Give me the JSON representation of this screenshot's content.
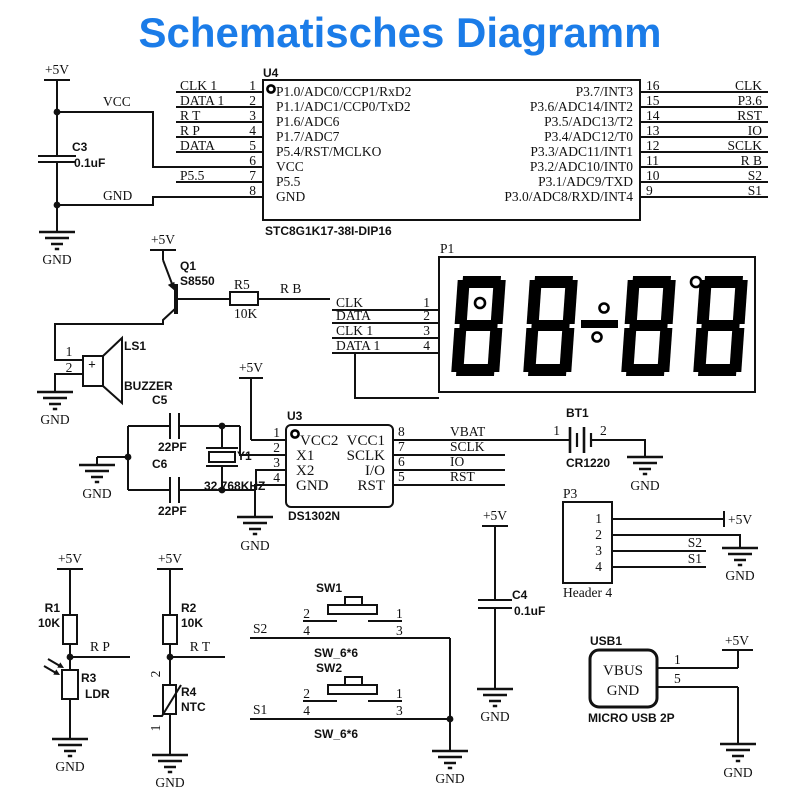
{
  "title": "Schematisches Diagramm",
  "title_color": "#1b7ce8",
  "nets": {
    "p5v": "+5V",
    "gnd": "GND",
    "vcc": "VCC",
    "rp": "R P",
    "rt": "R T",
    "rb": "R B"
  },
  "u4": {
    "ref": "U4",
    "part": "STC8G1K17-38I-DIP16",
    "left": [
      {
        "num": "1",
        "net": "CLK 1",
        "fn": "P1.0/ADC0/CCP1/RxD2"
      },
      {
        "num": "2",
        "net": "DATA 1",
        "fn": "P1.1/ADC1/CCP0/TxD2"
      },
      {
        "num": "3",
        "net": "R T",
        "fn": "P1.6/ADC6"
      },
      {
        "num": "4",
        "net": "R P",
        "fn": "P1.7/ADC7"
      },
      {
        "num": "5",
        "net": "DATA",
        "fn": "P5.4/RST/MCLKO"
      },
      {
        "num": "6",
        "net": "",
        "fn": "VCC"
      },
      {
        "num": "7",
        "net": "P5.5",
        "fn": "P5.5"
      },
      {
        "num": "8",
        "net": "",
        "fn": "GND"
      }
    ],
    "right": [
      {
        "num": "16",
        "net": "CLK",
        "fn": "P3.7/INT3"
      },
      {
        "num": "15",
        "net": "P3.6",
        "fn": "P3.6/ADC14/INT2"
      },
      {
        "num": "14",
        "net": "RST",
        "fn": "P3.5/ADC13/T2"
      },
      {
        "num": "13",
        "net": "IO",
        "fn": "P3.4/ADC12/T0"
      },
      {
        "num": "12",
        "net": "SCLK",
        "fn": "P3.3/ADC11/INT1"
      },
      {
        "num": "11",
        "net": "R B",
        "fn": "P3.2/ADC10/INT0"
      },
      {
        "num": "10",
        "net": "S2",
        "fn": "P3.1/ADC9/TXD"
      },
      {
        "num": "9",
        "net": "S1",
        "fn": "P3.0/ADC8/RXD/INT4"
      }
    ]
  },
  "c3": {
    "ref": "C3",
    "value": "0.1uF"
  },
  "q1": {
    "ref": "Q1",
    "part": "S8550"
  },
  "r5": {
    "ref": "R5",
    "value": "10K"
  },
  "ls1": {
    "ref": "LS1",
    "desc": "BUZZER",
    "plus": "+",
    "pin1": "1",
    "pin2": "2"
  },
  "p1": {
    "ref": "P1",
    "pins": [
      {
        "num": "1",
        "net": "CLK"
      },
      {
        "num": "2",
        "net": "DATA"
      },
      {
        "num": "3",
        "net": "CLK 1"
      },
      {
        "num": "4",
        "net": "DATA 1"
      }
    ]
  },
  "u3": {
    "ref": "U3",
    "part": "DS1302N",
    "left": [
      {
        "num": "1",
        "fn": "VCC2"
      },
      {
        "num": "2",
        "fn": "X1"
      },
      {
        "num": "3",
        "fn": "X2"
      },
      {
        "num": "4",
        "fn": "GND"
      }
    ],
    "right": [
      {
        "num": "8",
        "fn": "VCC1",
        "net": "VBAT"
      },
      {
        "num": "7",
        "fn": "SCLK",
        "net": "SCLK"
      },
      {
        "num": "6",
        "fn": "I/O",
        "net": "IO"
      },
      {
        "num": "5",
        "fn": "RST",
        "net": "RST"
      }
    ]
  },
  "y1": {
    "ref": "Y1",
    "value": "32.768KHZ"
  },
  "c5": {
    "ref": "C5",
    "value": "22PF"
  },
  "c6": {
    "ref": "C6",
    "value": "22PF"
  },
  "bt1": {
    "ref": "BT1",
    "part": "CR1220",
    "pin1": "1",
    "pin2": "2"
  },
  "p3": {
    "ref": "P3",
    "part": "Header 4",
    "pin1": "1",
    "pin2": "2",
    "pin3": "3",
    "pin4": "4",
    "net3": "S2",
    "net4": "S1"
  },
  "r1": {
    "ref": "R1",
    "value": "10K"
  },
  "r2": {
    "ref": "R2",
    "value": "10K"
  },
  "r3": {
    "ref": "R3",
    "part": "LDR"
  },
  "r4": {
    "ref": "R4",
    "part": "NTC",
    "pin1": "1",
    "pin2": "2"
  },
  "sw1": {
    "ref": "SW1",
    "part": "SW_6*6",
    "net": "S2",
    "p1": "1",
    "p2": "2",
    "p3": "3",
    "p4": "4"
  },
  "sw2": {
    "ref": "SW2",
    "part": "SW_6*6",
    "net": "S1",
    "p1": "1",
    "p2": "2",
    "p3": "3",
    "p4": "4"
  },
  "c4": {
    "ref": "C4",
    "value": "0.1uF"
  },
  "usb1": {
    "ref": "USB1",
    "part": "MICRO USB 2P",
    "vbus": "VBUS",
    "gnd": "GND",
    "pin1": "1",
    "pin5": "5"
  }
}
